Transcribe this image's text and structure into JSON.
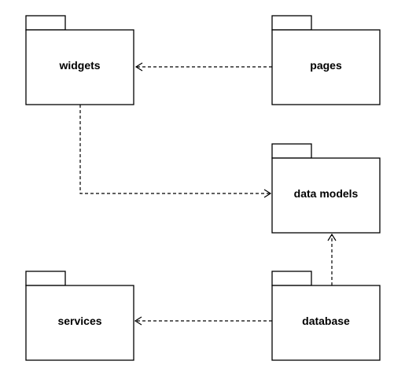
{
  "diagram": {
    "type": "uml-package-diagram",
    "packages": {
      "widgets": {
        "label": "widgets"
      },
      "pages": {
        "label": "pages"
      },
      "data_models": {
        "label": "data models"
      },
      "services": {
        "label": "services"
      },
      "database": {
        "label": "database"
      }
    },
    "dependencies": [
      {
        "from": "pages",
        "to": "widgets",
        "style": "dashed-open-arrow"
      },
      {
        "from": "widgets",
        "to": "data_models",
        "style": "dashed-open-arrow"
      },
      {
        "from": "database",
        "to": "data_models",
        "style": "dashed-open-arrow"
      },
      {
        "from": "database",
        "to": "services",
        "style": "dashed-open-arrow"
      }
    ],
    "colors": {
      "stroke": "#000000",
      "fill": "#ffffff"
    }
  }
}
